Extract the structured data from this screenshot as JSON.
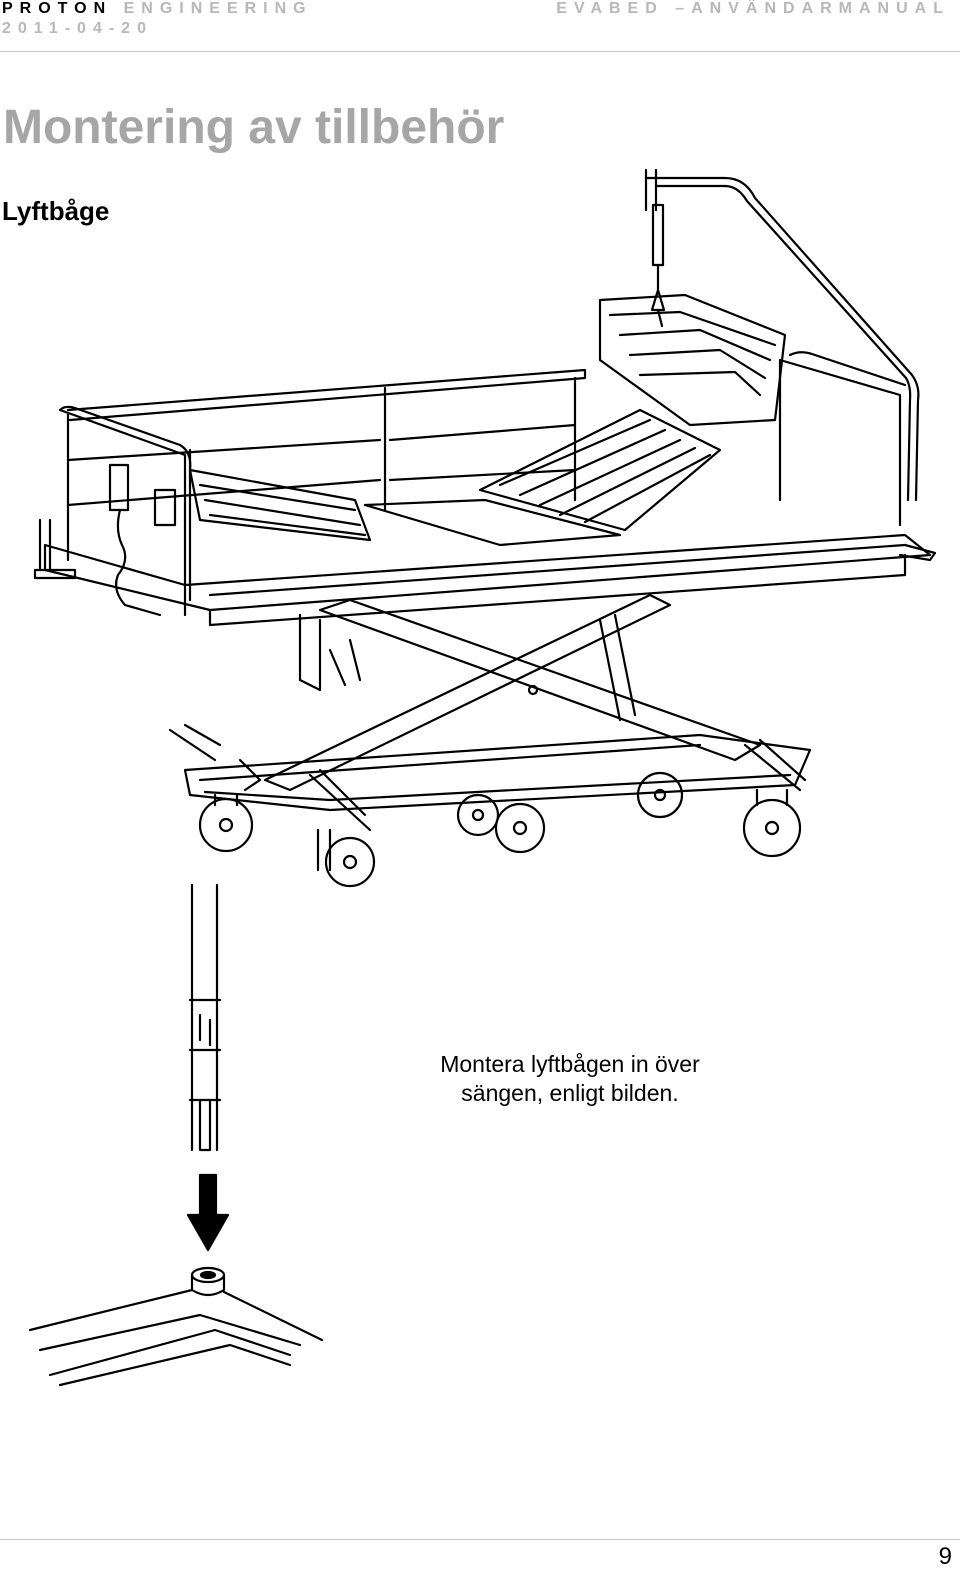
{
  "header": {
    "brand_bold": "PROTON",
    "brand_light": "ENGINEERING",
    "date": "2011-04-20",
    "doc_title": "EVABED –ANVÄNDARMANUAL"
  },
  "page": {
    "title": "Montering av tillbehör",
    "section": "Lyftbåge",
    "caption_line1": "Montera lyftbågen in över",
    "caption_line2": "sängen, enligt bilden.",
    "page_number": "9"
  }
}
